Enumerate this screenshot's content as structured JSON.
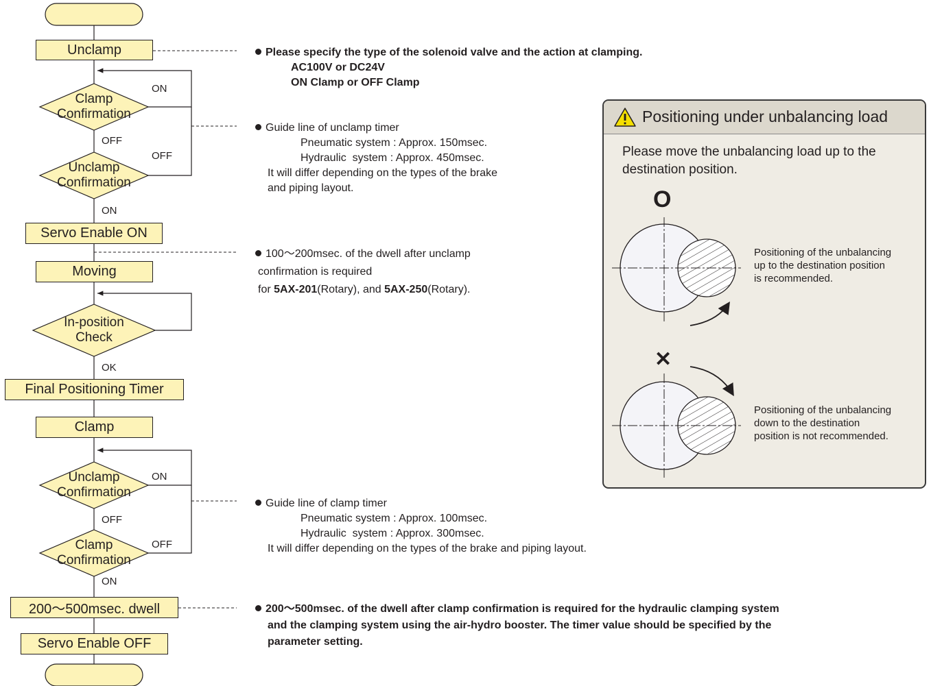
{
  "flowchart": {
    "boxes": {
      "unclamp": "Unclamp",
      "servo_on": "Servo Enable ON",
      "moving": "Moving",
      "final_timer": "Final Positioning Timer",
      "clamp": "Clamp",
      "dwell": "200〜500msec. dwell",
      "servo_off": "Servo Enable OFF"
    },
    "decisions": {
      "clamp_conf_1": "Clamp\nConfirmation",
      "unclamp_conf_1": "Unclamp\nConfirmation",
      "inposition": "In-position\nCheck",
      "unclamp_conf_2": "Unclamp\nConfirmation",
      "clamp_conf_2": "Clamp\nConfirmation"
    },
    "tags": {
      "on_1": "ON",
      "off_1": "OFF",
      "off_2": "OFF",
      "on_2": "ON",
      "ok": "OK",
      "on_3": "ON",
      "off_3": "OFF",
      "off_4": "OFF",
      "on_4": "ON"
    }
  },
  "notes": {
    "n1": {
      "line1": "Please specify the type of the solenoid valve and the action at clamping.",
      "line2": "AC100V or DC24V",
      "line3": "ON Clamp or OFF Clamp"
    },
    "n2": {
      "line1": "Guide line of unclamp timer",
      "line2": "Pneumatic system : Approx. 150msec.",
      "line3": "Hydraulic  system : Approx. 450msec.",
      "line4": "It will differ depending on the types of the brake",
      "line5": "and piping layout."
    },
    "n3": {
      "line1": "100〜200msec. of the dwell after unclamp",
      "line2": "confirmation is required",
      "line3_a": "for ",
      "line3_b": "5AX-201",
      "line3_c": "(Rotary), and ",
      "line3_d": "5AX-250",
      "line3_e": "(Rotary)."
    },
    "n4": {
      "line1": "Guide line of clamp timer",
      "line2": "Pneumatic system : Approx. 100msec.",
      "line3": "Hydraulic  system : Approx. 300msec.",
      "line4": "It will differ depending on the types of the brake and piping layout."
    },
    "n5": {
      "line1": "200〜500msec. of the dwell after clamp confirmation is required for the hydraulic clamping system",
      "line2": "and the clamping system using the air-hydro booster. The timer value should be specified by the",
      "line3": "parameter setting."
    }
  },
  "panel": {
    "title": "Positioning under unbalancing load",
    "intro_1": "Please move the unbalancing load up to the",
    "intro_2": "destination position.",
    "good_symbol": "O",
    "bad_symbol": "✕",
    "good_1": "Positioning of the unbalancing",
    "good_2": "up to the destination position",
    "good_3": "is recommended.",
    "bad_1": "Positioning of the unbalancing",
    "bad_2": "down to the destination",
    "bad_3": "position is not recommended.",
    "icon": "warning-icon"
  },
  "colors": {
    "box_fill": "#fdf3b8",
    "panel_fill": "#efece4",
    "warning_fill": "#f5e000"
  }
}
